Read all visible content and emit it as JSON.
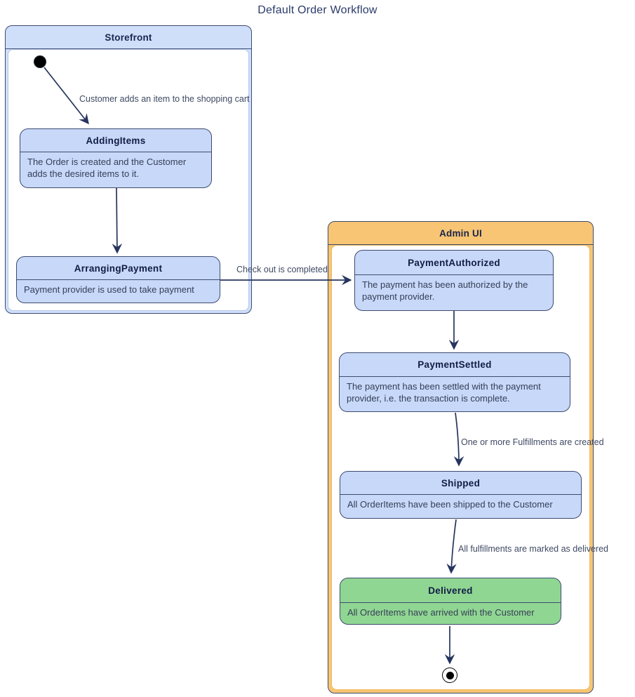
{
  "diagram": {
    "title": "Default Order Workflow",
    "type": "state-diagram"
  },
  "colors": {
    "state_fill": "#c7d8f9",
    "state_border": "#3e4b70",
    "storefront_header_fill": "#cfdffa",
    "admin_header_fill": "#f7c573",
    "delivered_fill": "#90d693",
    "edge_stroke": "#26345e",
    "title_text": "#2b3b6b",
    "edge_label_text": "#3e4962"
  },
  "containers": {
    "storefront": {
      "title": "Storefront"
    },
    "admin_ui": {
      "title": "Admin UI"
    }
  },
  "states": {
    "adding_items": {
      "title": "AddingItems",
      "description": "The Order is created and the Customer adds the desired items to it."
    },
    "arranging_payment": {
      "title": "ArrangingPayment",
      "description": "Payment provider is used to take payment"
    },
    "payment_authorized": {
      "title": "PaymentAuthorized",
      "description": "The payment has been authorized by the payment provider."
    },
    "payment_settled": {
      "title": "PaymentSettled",
      "description": "The payment has been settled with the payment provider, i.e. the transaction is complete."
    },
    "shipped": {
      "title": "Shipped",
      "description": "All OrderItems have been shipped to the Customer"
    },
    "delivered": {
      "title": "Delivered",
      "description": "All OrderItems have arrived with the Customer"
    }
  },
  "edges": {
    "start_to_adding": {
      "label": "Customer adds an item to the shopping cart"
    },
    "arranging_to_authorized": {
      "label": "Check out is completed"
    },
    "settled_to_shipped": {
      "label": "One or more Fulfillments are created"
    },
    "shipped_to_delivered": {
      "label": "All fulfillments are marked as delivered"
    }
  }
}
